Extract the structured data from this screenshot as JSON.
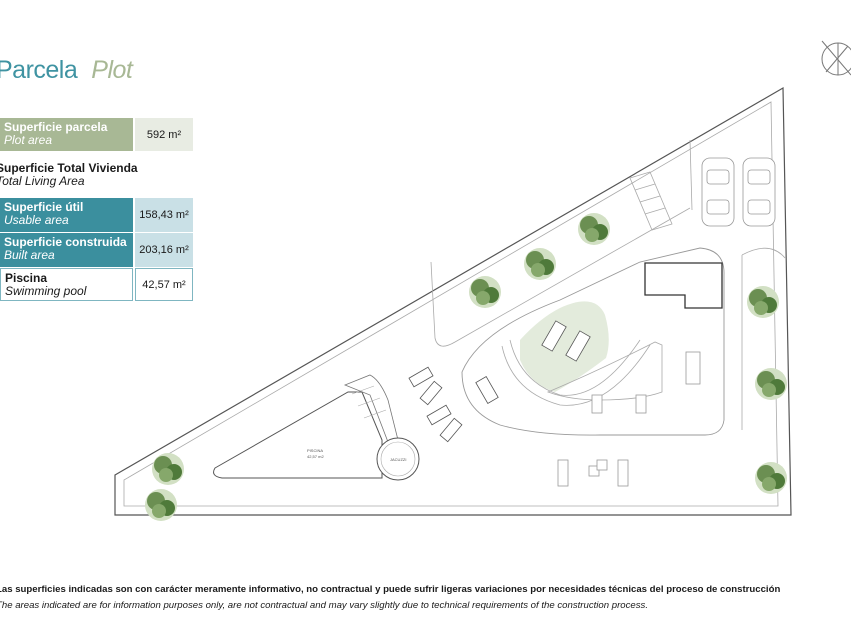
{
  "title": {
    "es": "Parcela",
    "en": "Plot"
  },
  "plot_area": {
    "label_es": "Superficie parcela",
    "label_en": "Plot area",
    "value": "592 m²"
  },
  "total_living": {
    "label_es": "Superficie Total Vivienda",
    "label_en": "Total Living Area"
  },
  "usable": {
    "label_es": "Superficie útil",
    "label_en": "Usable area",
    "value": "158,43 m²"
  },
  "built": {
    "label_es": "Superficie construida",
    "label_en": "Built area",
    "value": "203,16 m²"
  },
  "pool": {
    "label_es": "Piscina",
    "label_en": "Swimming pool",
    "value": "42,57 m²"
  },
  "plan": {
    "pool_label": "PISCINA",
    "pool_area_label": "42,57 m2",
    "jacuzzi_label": "JACUZZI",
    "icons": [
      "compass-icon",
      "car-icon",
      "tree-icon",
      "sunbed-icon"
    ]
  },
  "footnote_es": "Las superficies indicadas son con carácter meramente informativo, no contractual y puede sufrir ligeras variaciones por necesidades técnicas del proceso de construcción",
  "footnote_en": "The areas indicated are for information purposes only, are not contractual and may vary slightly due to technical requirements of the construction process.",
  "colors": {
    "teal": "#3b8f9e",
    "sage": "#a8b895",
    "light_teal": "#c9e0e6",
    "light_sage": "#e8ece3",
    "lawn": "#e3ebdc"
  }
}
